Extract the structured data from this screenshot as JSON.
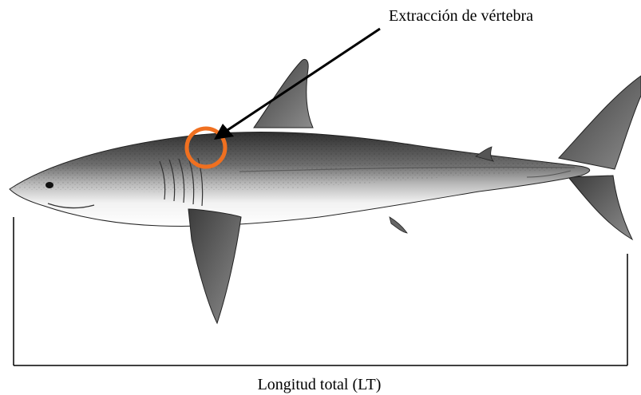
{
  "annotations": {
    "vertebra_label": "Extracción de vértebra",
    "length_label": "Longitud total (LT)"
  },
  "colors": {
    "highlight_circle": "#f07020",
    "line": "#000000",
    "shark_dark": "#3a3a3a",
    "shark_mid": "#8a8a8a",
    "shark_light": "#e8e8e8"
  },
  "illustration": {
    "subject": "shark-illustration",
    "highlight": "vertebra-extraction-site"
  }
}
